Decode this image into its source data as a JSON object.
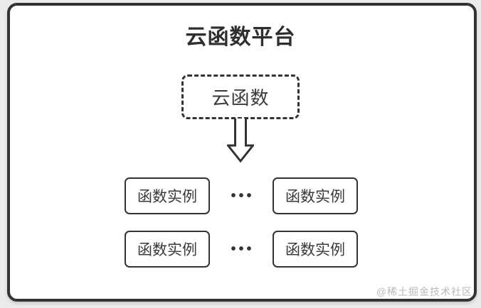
{
  "colors": {
    "frame_border": "#333333",
    "box_border": "#333333",
    "title_text": "#2e2e2e",
    "box_text": "#3a3a3a",
    "watermark_text": "#b9b9b9",
    "canvas_background": "#ebebeb",
    "panel_background": "#ffffff"
  },
  "diagram": {
    "title": "云函数平台",
    "cloud_function": {
      "label": "云函数"
    },
    "arrow_icon": "down-block-arrow",
    "instance_rows": [
      {
        "left": "函数实例",
        "ellipsis": "•••",
        "right": "函数实例"
      },
      {
        "left": "函数实例",
        "ellipsis": "•••",
        "right": "函数实例"
      }
    ],
    "watermark": "@稀土掘金技术社区"
  }
}
